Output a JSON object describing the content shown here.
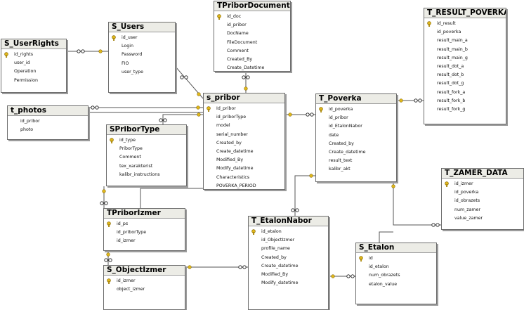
{
  "tables": [
    {
      "id": "S_UserRights",
      "title": "S_UserRights",
      "cols": [
        {
          "name": "id_rights",
          "pk": true
        },
        {
          "name": "user_id"
        },
        {
          "name": "Operation"
        },
        {
          "name": "Permission"
        }
      ]
    },
    {
      "id": "S_Users",
      "title": "S_Users",
      "cols": [
        {
          "name": "id_user",
          "pk": true
        },
        {
          "name": "Login"
        },
        {
          "name": "Password"
        },
        {
          "name": "FIO"
        },
        {
          "name": "user_type"
        }
      ]
    },
    {
      "id": "TPriborDocument",
      "title": "TPriborDocument",
      "cols": [
        {
          "name": "id_doc",
          "pk": true
        },
        {
          "name": "id_pribor"
        },
        {
          "name": "DocName"
        },
        {
          "name": "FileDocument"
        },
        {
          "name": "Comment"
        },
        {
          "name": "Created_By"
        },
        {
          "name": "Create_Datetime"
        }
      ]
    },
    {
      "id": "T_RESULT_POVERKA",
      "title": "T_RESULT_POVERKA",
      "cols": [
        {
          "name": "id_result",
          "pk": true
        },
        {
          "name": "id_poverka"
        },
        {
          "name": "result_main_a"
        },
        {
          "name": "result_main_b"
        },
        {
          "name": "result_main_g"
        },
        {
          "name": "result_dot_a"
        },
        {
          "name": "result_dot_b"
        },
        {
          "name": "result_dot_g"
        },
        {
          "name": "result_fork_a"
        },
        {
          "name": "result_fork_b"
        },
        {
          "name": "result_fork_g"
        }
      ]
    },
    {
      "id": "t_photos",
      "title": "t_photos",
      "cols": [
        {
          "name": "id_pribor"
        },
        {
          "name": "photo"
        }
      ]
    },
    {
      "id": "s_pribor",
      "title": "s_pribor",
      "cols": [
        {
          "name": "Id_pribor",
          "pk": true
        },
        {
          "name": "id_priborType"
        },
        {
          "name": "model"
        },
        {
          "name": "serial_number"
        },
        {
          "name": "Created_by"
        },
        {
          "name": "Create_datetime"
        },
        {
          "name": "Modified_By"
        },
        {
          "name": "Modify_datetime"
        },
        {
          "name": "Characteristics"
        },
        {
          "name": "POVERKA_PERIOD"
        }
      ]
    },
    {
      "id": "T_Poverka",
      "title": "T_Poverka",
      "cols": [
        {
          "name": "id_poverka",
          "pk": true
        },
        {
          "name": "id_pribor"
        },
        {
          "name": "id_EtalonNabor"
        },
        {
          "name": "date"
        },
        {
          "name": "Created_by"
        },
        {
          "name": "Create_datetime"
        },
        {
          "name": "result_text"
        },
        {
          "name": "kalibr_akt"
        }
      ]
    },
    {
      "id": "SPriborType",
      "title": "SPriborType",
      "cols": [
        {
          "name": "id_type",
          "pk": true
        },
        {
          "name": "PriborType"
        },
        {
          "name": "Comment"
        },
        {
          "name": "tex_xarakterist"
        },
        {
          "name": "kalibr_instructions"
        }
      ]
    },
    {
      "id": "T_ZAMER_DATA",
      "title": "T_ZAMER_DATA",
      "cols": [
        {
          "name": "id_izmer",
          "pk": true
        },
        {
          "name": "id_poverka"
        },
        {
          "name": "id_obrazets"
        },
        {
          "name": "num_zamer"
        },
        {
          "name": "value_zamer"
        }
      ]
    },
    {
      "id": "TPriborIzmer",
      "title": "TPriborIzmer",
      "cols": [
        {
          "name": "id_ps",
          "pk": true
        },
        {
          "name": "id_priborType"
        },
        {
          "name": "id_izmer"
        }
      ]
    },
    {
      "id": "T_EtalonNabor",
      "title": "T_EtalonNabor",
      "cols": [
        {
          "name": "id_etalon",
          "pk": true
        },
        {
          "name": "id_ObjectIzmer"
        },
        {
          "name": "profile_name"
        },
        {
          "name": "Created_by"
        },
        {
          "name": "Create_datetime"
        },
        {
          "name": "Modified_By"
        },
        {
          "name": "Modify_datetime"
        }
      ]
    },
    {
      "id": "S_Etalon",
      "title": "S_Etalon",
      "cols": [
        {
          "name": "id",
          "pk": true
        },
        {
          "name": "id_etalon"
        },
        {
          "name": "num_obrazets"
        },
        {
          "name": "etalon_value"
        }
      ]
    },
    {
      "id": "S_ObjectIzmer",
      "title": "S_ObjectIzmer",
      "cols": [
        {
          "name": "id_izmer",
          "pk": true
        },
        {
          "name": "object_izmer"
        }
      ]
    }
  ],
  "colors": {
    "key": "#e0b81c",
    "line": "#555555",
    "header": "#ecece6"
  }
}
